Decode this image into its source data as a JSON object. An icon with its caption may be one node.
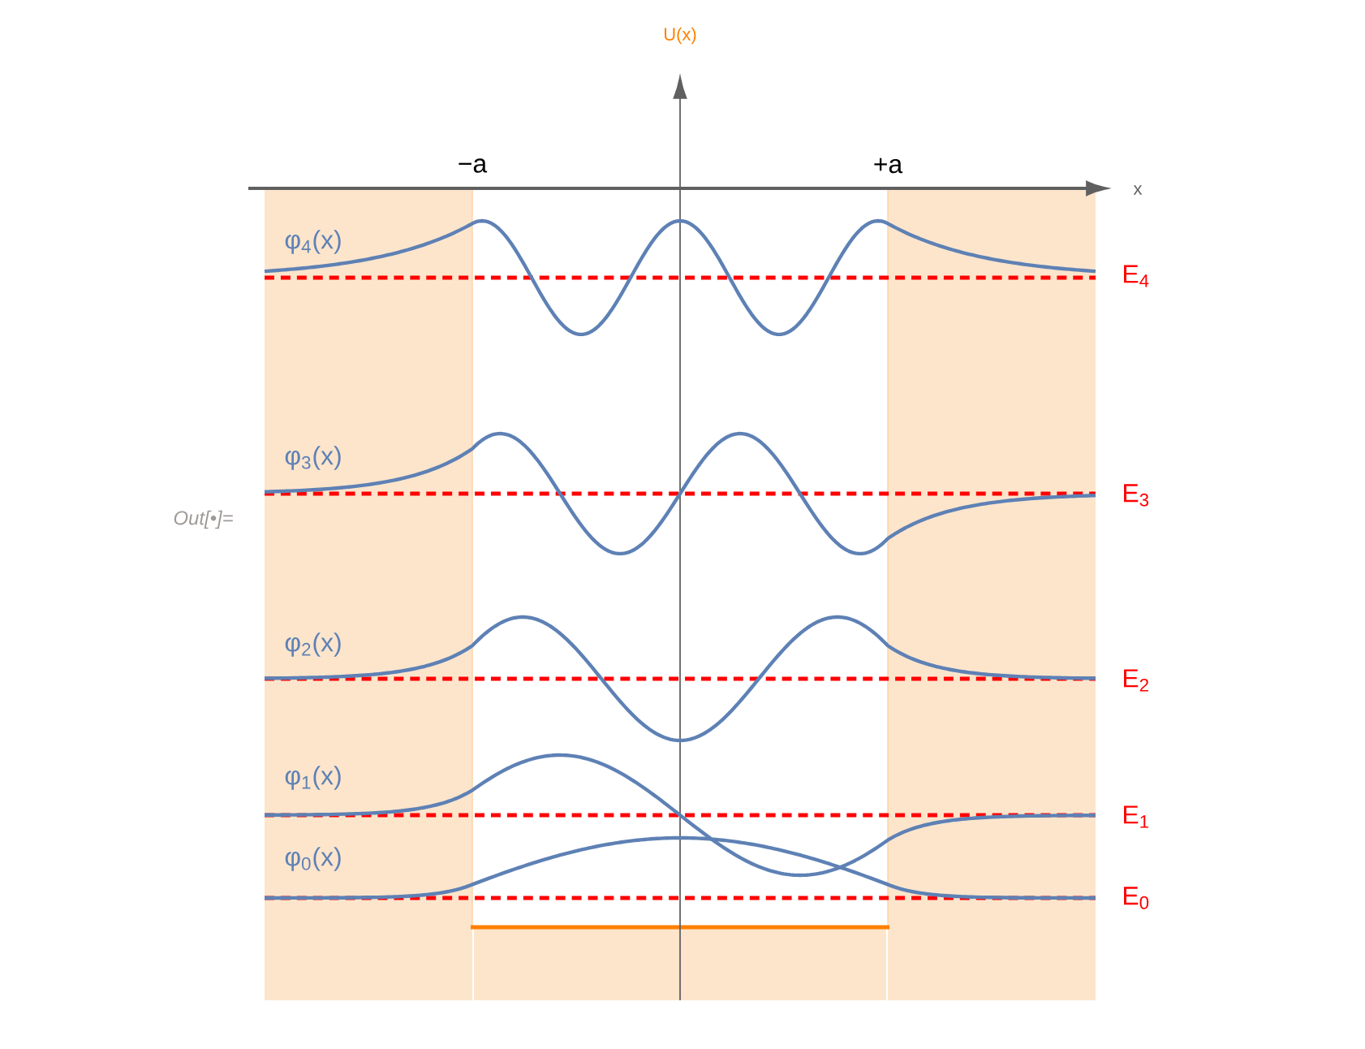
{
  "diagram": {
    "labels": [
      "U(x)",
      "−a",
      "+a",
      "x",
      "φ$_{4}$(x)",
      "E$_{4}$",
      "φ$_{3}$(x)",
      "E$_{3}$",
      "Out[•]=",
      "φ$_{2}$(x)",
      "E$_{2}$",
      "φ$_{1}$(x)",
      "E$_{1}$",
      "φ$_{0}$(x)",
      "E$_{0}$"
    ]
  }
}
